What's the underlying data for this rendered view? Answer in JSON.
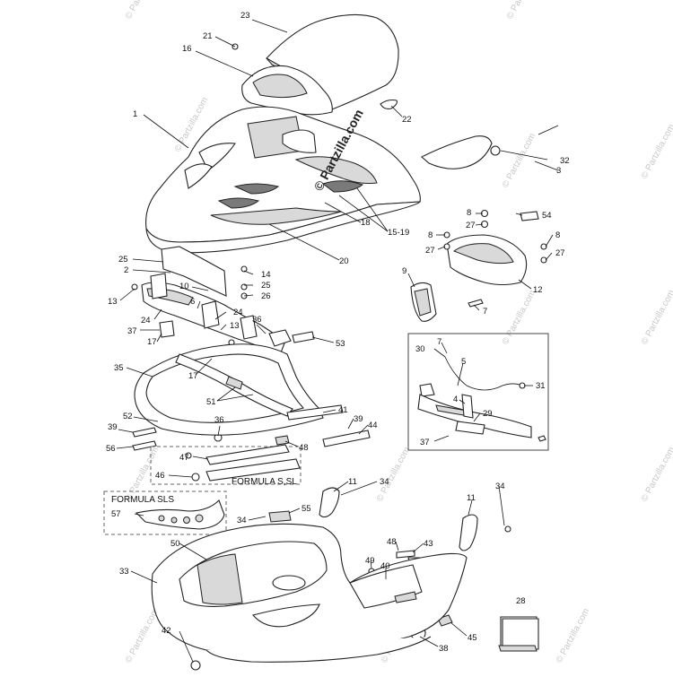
{
  "diagram": {
    "brand_watermark": "© Partzilla.com",
    "center_watermark": "© Partzilla.com",
    "box_labels": {
      "formula_sls": "FORMULA SLS",
      "formula_s_sl": "FORMULA S,SL"
    },
    "callouts": {
      "c23": "23",
      "c21": "21",
      "c16": "16",
      "c22": "22",
      "c1": "1",
      "c3": "3",
      "c32": "32",
      "c8a": "8",
      "c27a": "27",
      "c54": "54",
      "c8b": "8",
      "c27b": "27",
      "c8c": "8",
      "c27c": "27",
      "c18": "18",
      "c15_19": "15-19",
      "c20": "20",
      "c25a": "25",
      "c2": "2",
      "c14": "14",
      "c10": "10",
      "c25b": "25",
      "c26": "26",
      "c13a": "13",
      "c6": "6",
      "c24a": "24",
      "c24b": "24",
      "c13b": "13",
      "c37a": "37",
      "c17a": "17",
      "c36a": "36",
      "c53": "53",
      "c9": "9",
      "c12": "12",
      "c7a": "7",
      "c35": "35",
      "c17b": "17",
      "c51": "51",
      "c30": "30",
      "c7b": "7",
      "c5": "5",
      "c4": "4",
      "c31": "31",
      "c29": "29",
      "c37b": "37",
      "c52": "52",
      "c36b": "36",
      "c41": "41",
      "c39a": "39",
      "c39b": "39",
      "c44": "44",
      "c56": "56",
      "c48a": "48",
      "c47": "47",
      "c46": "46",
      "c11a": "11",
      "c34a": "34",
      "c34b": "34",
      "c11b": "11",
      "c34c": "34",
      "c57": "57",
      "c55": "55",
      "c50": "50",
      "c48b": "48",
      "c43": "43",
      "c49": "49",
      "c40": "40",
      "c33": "33",
      "c28": "28",
      "c42": "42",
      "c38": "38",
      "c45": "45"
    }
  }
}
